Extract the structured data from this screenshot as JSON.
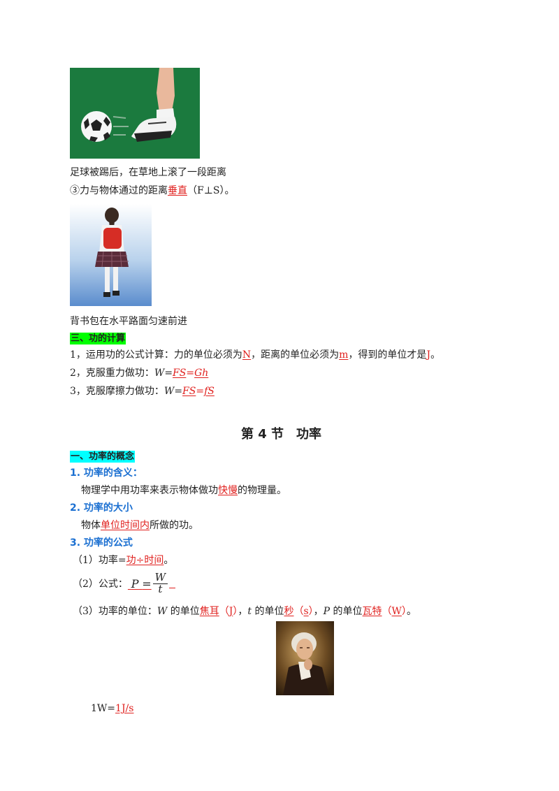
{
  "section3": {
    "soccer_caption": "足球被踢后，在草地上滚了一段距离",
    "cond3_a": "③力与物体通过的距离",
    "cond3_blank": "垂直",
    "cond3_b": "（F⊥S）。",
    "backpack_caption": "背书包在水平路面匀速前进",
    "heading": "三、功的计算",
    "item1": {
      "a": "1，运用功的公式计算：力的单位必须为",
      "b1": "N",
      "c": "，距离的单位必须为",
      "b2": "m",
      "d": "，得到的单位才是",
      "b3": "J",
      "e": "。"
    },
    "item2": {
      "a": "2，克服重力做功：",
      "w": "W",
      "eq1": "=",
      "b1": "FS",
      "eq2": "=",
      "b2": "Gh"
    },
    "item3": {
      "a": "3，克服摩擦力做功：",
      "w": "W",
      "eq1": "=",
      "b1": "FS",
      "eq2": "=",
      "b2": "fS"
    }
  },
  "section4": {
    "title": "第 4 节　功率",
    "heading1": "一、功率的概念",
    "sub1": "1. 功率的含义：",
    "sub1_text_a": "物理学中用功率来表示物体做功",
    "sub1_blank": "快慢",
    "sub1_text_b": "的物理量。",
    "sub2": "2. 功率的大小",
    "sub2_text_a": "物体",
    "sub2_blank": "单位时间内",
    "sub2_text_b": "所做的功。",
    "sub3": "3. 功率的公式",
    "f1_a": "（1）功率=",
    "f1_blank": "功÷时间",
    "f1_b": "。",
    "f2_a": "（2）公式：",
    "f2_p": "P",
    "f2_eq": "=",
    "f2_num": "W",
    "f2_den": "t",
    "f3": {
      "a": "（3）功率的单位：",
      "w": "W",
      "b": " 的单位",
      "blank1": "焦耳",
      "p1a": "（",
      "blank2": "J",
      "p1b": "）",
      "c": "，",
      "t": "t",
      "d": " 的单位",
      "blank3": "秒",
      "p2a": "（",
      "blank4": "s",
      "p2b": "）",
      "e": "，",
      "pp": "P",
      "f": " 的单位",
      "blank5": "瓦特",
      "p3a": "（",
      "blank6": "W",
      "p3b": "）",
      "g": "。"
    },
    "unit_eq_a": "1W=",
    "unit_eq_blank": "1J/s"
  }
}
